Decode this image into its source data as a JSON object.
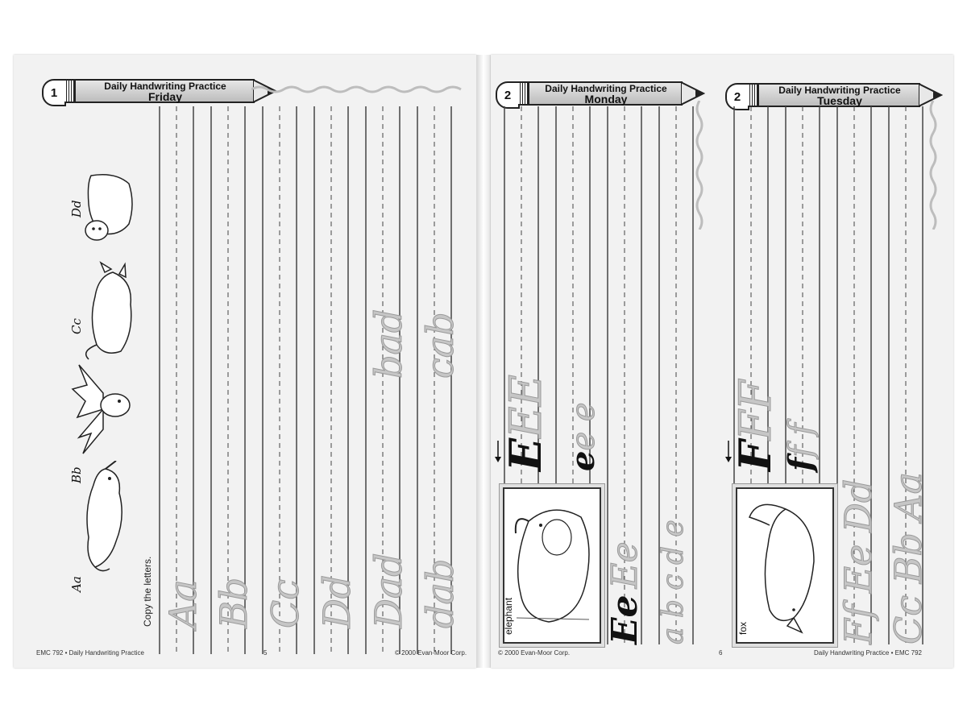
{
  "left_page": {
    "header": {
      "number": "1",
      "title": "Daily Handwriting Practice",
      "day": "Friday"
    },
    "instruction": "Copy the letters.",
    "animal_labels": [
      "Aa",
      "Bb",
      "Cc",
      "Dd"
    ],
    "traced_words": [
      "Aa",
      "Bb",
      "Cc",
      "Dd",
      "Dad",
      "bad",
      "dab",
      "cab"
    ],
    "footer": {
      "left": "EMC 792 • Daily Handwriting Practice",
      "page_number": "5",
      "right": "© 2000 Evan-Moor Corp."
    }
  },
  "monday": {
    "header": {
      "number": "2",
      "title": "Daily Handwriting Practice",
      "day": "Monday"
    },
    "caption": "elephant",
    "model_upper": "E",
    "model_upper_trace": "EE",
    "model_lower": "e",
    "model_lower_trace": "e e",
    "pair_dark": "Ee",
    "pair_light": "Ee",
    "row_sequence": "a b c d e"
  },
  "tuesday": {
    "header": {
      "number": "2",
      "title": "Daily Handwriting Practice",
      "day": "Tuesday"
    },
    "caption": "fox",
    "model_upper": "F",
    "model_upper_trace": "FF",
    "model_lower": "f",
    "model_lower_trace": "f f",
    "row_ff": "Ff Ee Dd",
    "row_cc": "Cc Bb Aa"
  },
  "right_footer": {
    "left": "© 2000 Evan-Moor Corp.",
    "page_number": "6",
    "right": "Daily Handwriting Practice • EMC 792"
  }
}
